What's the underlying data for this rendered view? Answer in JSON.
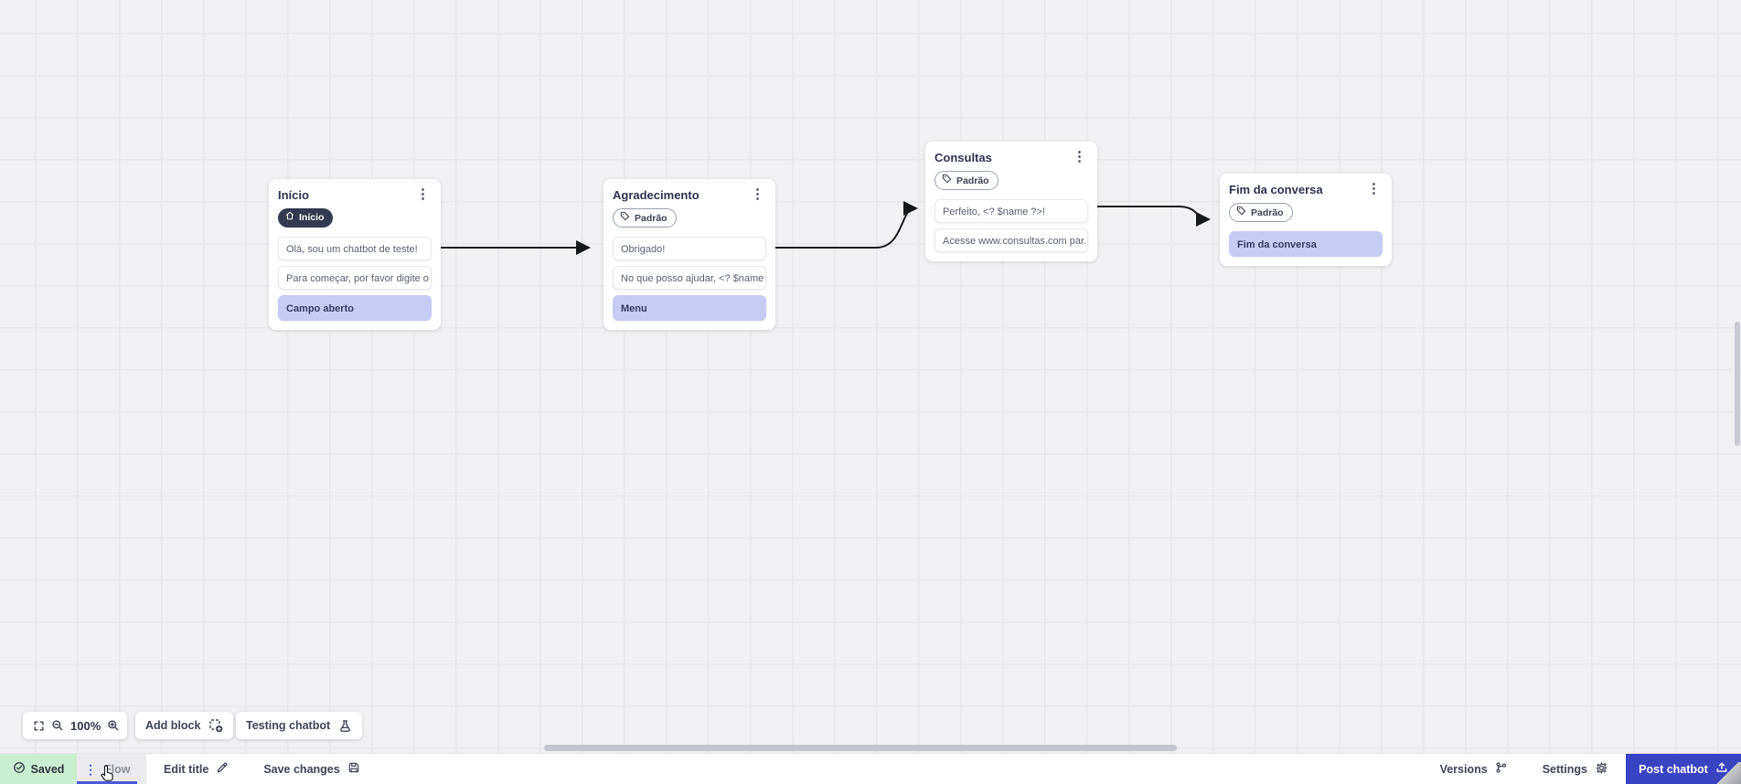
{
  "nodes": [
    {
      "title": "Início",
      "badge": "Início",
      "badge_type": "start",
      "blocks": [
        {
          "text": "Olá, sou um chatbot de teste!",
          "style": "normal"
        },
        {
          "text": "Para começar, por favor digite o ...",
          "style": "normal"
        },
        {
          "text": "Campo aberto",
          "style": "highlight"
        }
      ]
    },
    {
      "title": "Agradecimento",
      "badge": "Padrão",
      "badge_type": "default",
      "blocks": [
        {
          "text": "Obrigado!",
          "style": "normal"
        },
        {
          "text": "No que posso ajudar, <? $name ...",
          "style": "normal"
        },
        {
          "text": "Menu",
          "style": "highlight"
        }
      ]
    },
    {
      "title": "Consultas",
      "badge": "Padrão",
      "badge_type": "default",
      "blocks": [
        {
          "text": "Perfeito, <? $name ?>!",
          "style": "normal"
        },
        {
          "text": "Acesse www.consultas.com par...",
          "style": "normal"
        }
      ]
    },
    {
      "title": "Fim da conversa",
      "badge": "Padrão",
      "badge_type": "default",
      "blocks": [
        {
          "text": "Fim da conversa",
          "style": "highlight"
        }
      ]
    }
  ],
  "toolbar": {
    "zoom_level": "100%",
    "add_block": "Add block",
    "testing_chatbot": "Testing chatbot"
  },
  "statusbar": {
    "saved": "Saved",
    "flow_tab": "Flow",
    "edit_title": "Edit title",
    "save_changes": "Save changes",
    "versions": "Versions",
    "settings": "Settings",
    "post_chatbot": "Post chatbot"
  },
  "colors": {
    "accent_button": "#3944c3",
    "highlight_block": "#c7ccf4",
    "saved_chip": "#c9eed0",
    "dark_badge": "#343a52",
    "tab_indicator": "#4d58d8",
    "connector": "#17181c",
    "canvas_bg": "#f1f1f4"
  }
}
